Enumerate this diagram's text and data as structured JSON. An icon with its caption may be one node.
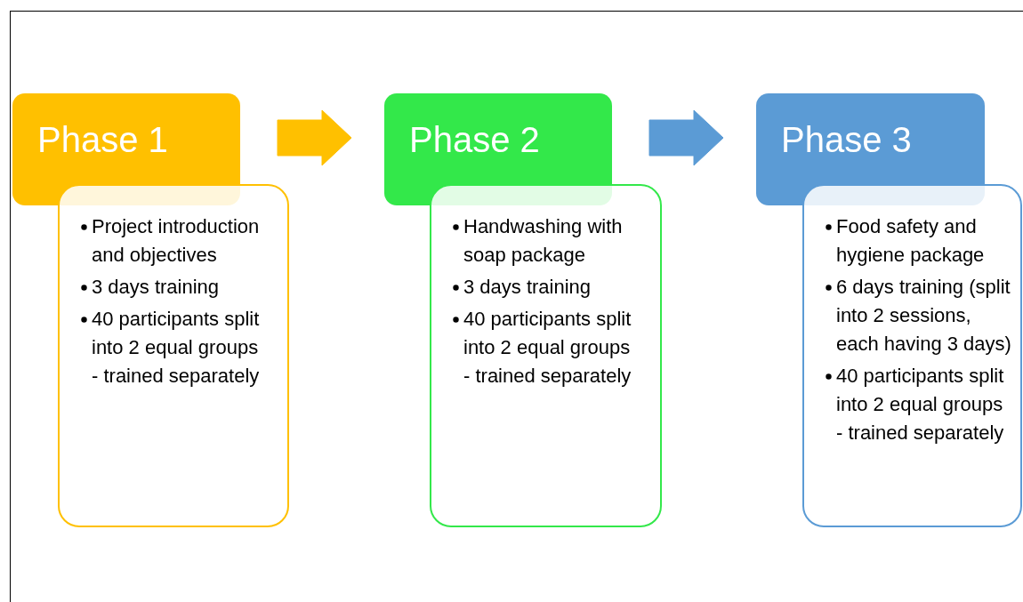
{
  "diagram": {
    "nodes": [
      {
        "text": [
          "Phase 1"
        ]
      },
      {
        "text": [
          "Project introduction and objectives",
          "3 days training",
          "40 participants split into 2 equal groups - trained separately"
        ]
      },
      {
        "text": [
          "Phase 2"
        ]
      },
      {
        "text": [
          "Handwashing with soap package",
          "3 days training",
          "40 participants split into 2 equal groups - trained separately"
        ]
      },
      {
        "text": [
          "Phase 3"
        ]
      },
      {
        "text": [
          "Food safety and hygiene package",
          "6 days training (split into 2 sessions, each having 3 days)",
          "40 participants split into 2 equal groups - trained separately"
        ]
      }
    ],
    "edges": [
      {
        "from": 0,
        "to": 2,
        "arrow": "to",
        "color": "#ffc000"
      },
      {
        "from": 2,
        "to": 4,
        "arrow": "to",
        "color": "#5b9bd5"
      }
    ]
  }
}
